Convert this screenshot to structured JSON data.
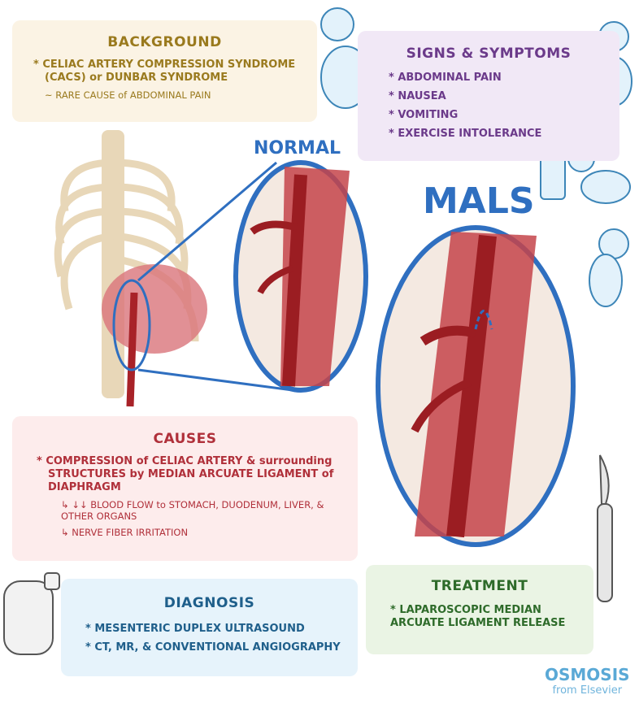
{
  "background": {
    "title": "BACKGROUND",
    "item": "CELIAC ARTERY COMPRESSION SYNDROME (CACS) or DUNBAR SYNDROME",
    "sub": "~ RARE CAUSE of ABDOMINAL PAIN"
  },
  "signs": {
    "title": "SIGNS & SYMPTOMS",
    "items": [
      "* ABDOMINAL PAIN",
      "* NAUSEA",
      "* VOMITING",
      "* EXERCISE INTOLERANCE"
    ]
  },
  "labels": {
    "normal": "NORMAL",
    "mals": "MALS"
  },
  "causes": {
    "title": "CAUSES",
    "item": "COMPRESSION of CELIAC ARTERY & surrounding STRUCTURES by MEDIAN ARCUATE LIGAMENT of DIAPHRAGM",
    "subs": [
      "↳ ↓↓ BLOOD FLOW to STOMACH, DUODENUM, LIVER, & OTHER ORGANS",
      "↳ NERVE FIBER IRRITATION"
    ]
  },
  "diagnosis": {
    "title": "DIAGNOSIS",
    "items": [
      "* MESENTERIC DUPLEX ULTRASOUND",
      "* CT, MR, & CONVENTIONAL ANGIOGRAPHY"
    ]
  },
  "treatment": {
    "title": "TREATMENT",
    "item": "* LAPAROSCOPIC MEDIAN ARCUATE LIGAMENT RELEASE"
  },
  "logo": {
    "name": "OSMOSIS",
    "sub": "from Elsevier"
  }
}
